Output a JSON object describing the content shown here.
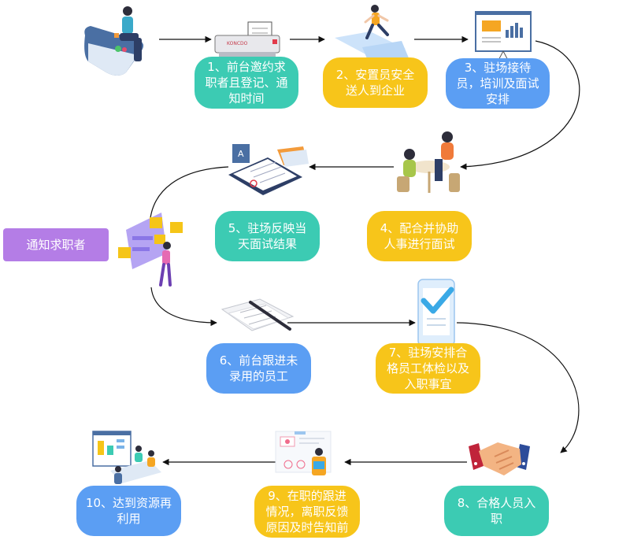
{
  "steps": [
    {
      "id": "s1",
      "label": "1、前台邀约求职者且登记、通知时间",
      "color": "teal"
    },
    {
      "id": "s2",
      "label": "2、安置员安全送人到企业",
      "color": "yellow"
    },
    {
      "id": "s3",
      "label": "3、驻场接待员，培训及面试安排",
      "color": "blue"
    },
    {
      "id": "s4",
      "label": "4、配合并协助人事进行面试",
      "color": "yellow"
    },
    {
      "id": "s5",
      "label": "5、驻场反映当天面试结果",
      "color": "teal"
    },
    {
      "id": "s6",
      "label": "6、前台跟进未录用的员工",
      "color": "blue"
    },
    {
      "id": "s7",
      "label": "7、驻场安排合格员工体检以及入职事宜",
      "color": "yellow"
    },
    {
      "id": "s8",
      "label": "8、合格人员入职",
      "color": "teal"
    },
    {
      "id": "s9",
      "label": "9、在职的跟进情况，离职反馈原因及时告知前",
      "color": "yellow"
    },
    {
      "id": "s10",
      "label": "10、达到资源再利用",
      "color": "blue"
    }
  ],
  "side_note": {
    "label": "通知求职者",
    "color": "purple"
  },
  "printer_label": "KONCDO",
  "colors": {
    "teal": "#3ccbb3",
    "yellow": "#f7c51a",
    "blue": "#5b9ef3",
    "purple": "#b47de6",
    "arrow": "#111111"
  },
  "icons": [
    "reception-desk-icon",
    "printer-icon",
    "running-person-icon",
    "presentation-board-icon",
    "interview-table-icon",
    "tablet-document-icon",
    "board-person-icon",
    "paper-pen-icon",
    "phone-check-icon",
    "handshake-icon",
    "job-tracking-icon",
    "meeting-screen-icon"
  ]
}
